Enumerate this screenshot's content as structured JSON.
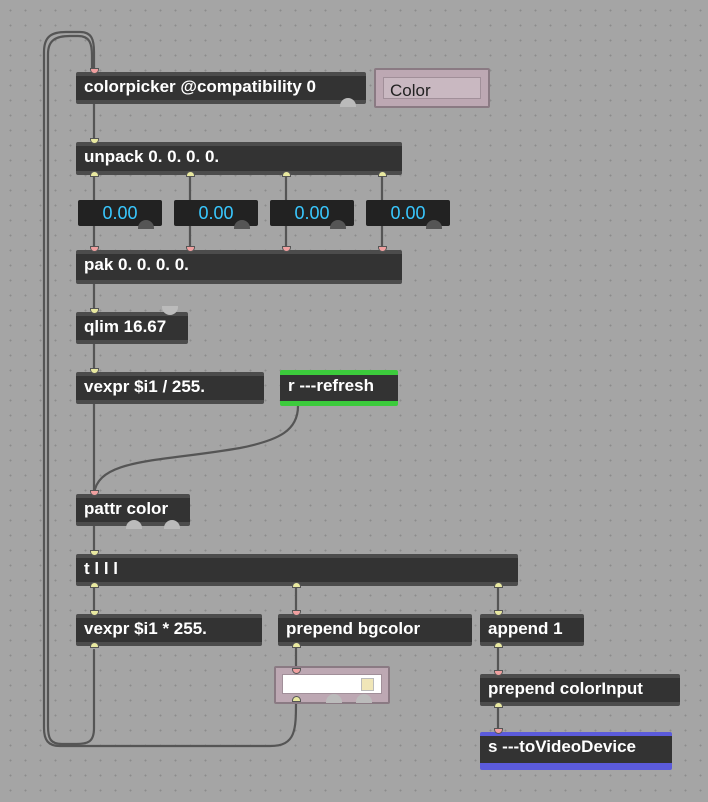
{
  "objects": {
    "colorpicker": "colorpicker @compatibility 0",
    "unpack": "unpack 0. 0. 0. 0.",
    "pak": "pak 0. 0. 0. 0.",
    "qlim": "qlim 16.67",
    "vexpr_div": "vexpr $i1 / 255.",
    "receive_refresh": "r ---refresh",
    "pattr": "pattr color",
    "trigger": "t l l l",
    "vexpr_mul": "vexpr $i1 * 255.",
    "prepend_bgcolor": "prepend bgcolor",
    "append": "append 1",
    "prepend_colorinput": "prepend colorInput",
    "send_video": "s ---toVideoDevice"
  },
  "color_button": {
    "label": "Color"
  },
  "number_boxes": [
    "0.00",
    "0.00",
    "0.00",
    "0.00"
  ],
  "colors": {
    "canvas": "#a5a5a5",
    "object_bg": "#333333",
    "number_text": "#39c8ff",
    "receive_accent": "#3ccb3c",
    "send_accent": "#5b5bdb",
    "patch_cord": "#555555"
  }
}
